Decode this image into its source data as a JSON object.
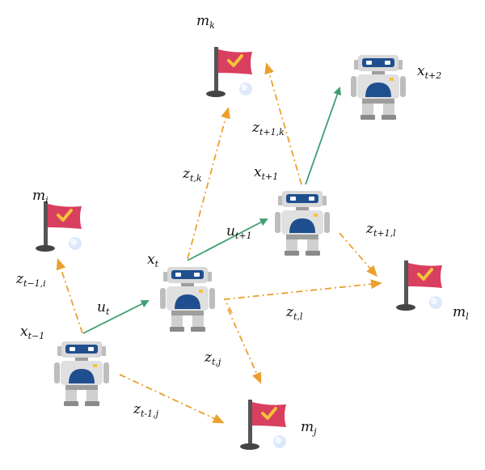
{
  "colors": {
    "motion_arrow": "#3f9f72",
    "observation_arrow": "#eba02e",
    "flag": "#d93f5f",
    "flag_check": "#f6c33c",
    "pole": "#555555",
    "robot_body": "#d9d9d9",
    "robot_visor": "#1f4f8f",
    "robot_dark": "#3a3a3a"
  },
  "icons": {
    "robot": "robot-icon",
    "landmark": "flag-icon"
  },
  "labels": {
    "m_k": {
      "base": "m",
      "sub": "k"
    },
    "m_i": {
      "base": "m",
      "sub": "i"
    },
    "m_l": {
      "base": "m",
      "sub": "l"
    },
    "m_j": {
      "base": "m",
      "sub": "j"
    },
    "x_t2": {
      "base": "x",
      "sub": "t+2"
    },
    "x_t1": {
      "base": "x",
      "sub": "t+1"
    },
    "x_t": {
      "base": "x",
      "sub": "t"
    },
    "x_tm1": {
      "base": "x",
      "sub": "t−1"
    },
    "u_t": {
      "base": "u",
      "sub": "t"
    },
    "u_t1": {
      "base": "u",
      "sub": "t+1"
    },
    "z_t1k": {
      "base": "z",
      "sub": "t+1,k"
    },
    "z_tk": {
      "base": "z",
      "sub": "t,k"
    },
    "z_tm1i": {
      "base": "z",
      "sub": "t−1,i"
    },
    "z_t1l": {
      "base": "z",
      "sub": "t+1,l"
    },
    "z_tl": {
      "base": "z",
      "sub": "t,l"
    },
    "z_tj": {
      "base": "z",
      "sub": "t,j"
    },
    "z_tm1j": {
      "base": "z",
      "sub": "t-1,j"
    }
  }
}
